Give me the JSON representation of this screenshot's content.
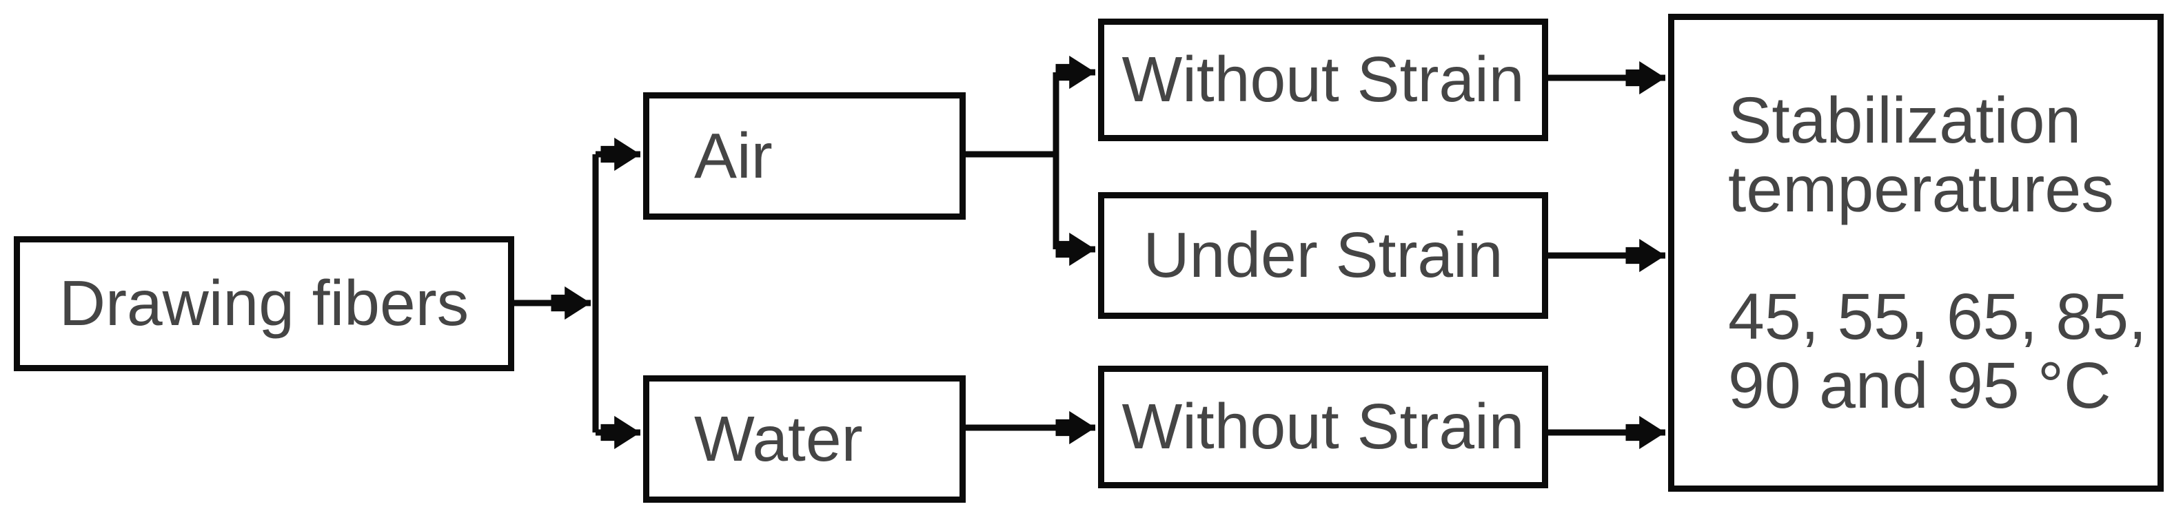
{
  "diagram": {
    "background_color": "#ffffff",
    "line_color": "#0b0b0b",
    "text_color": "#454545",
    "nodes": {
      "drawing_fibers": {
        "label": "Drawing fibers"
      },
      "air": {
        "label": "Air"
      },
      "water": {
        "label": "Water"
      },
      "without_strain_air": {
        "label": "Without Strain"
      },
      "under_strain_air": {
        "label": "Under Strain"
      },
      "without_strain_water": {
        "label": "Without Strain"
      },
      "stabilization": {
        "lines": [
          "Stabilization",
          "temperatures",
          "45, 55, 65, 85,",
          "90 and 95 °C"
        ]
      }
    },
    "edges": [
      {
        "from": "drawing_fibers",
        "to": "air"
      },
      {
        "from": "drawing_fibers",
        "to": "water"
      },
      {
        "from": "air",
        "to": "without_strain_air"
      },
      {
        "from": "air",
        "to": "under_strain_air"
      },
      {
        "from": "water",
        "to": "without_strain_water"
      },
      {
        "from": "without_strain_air",
        "to": "stabilization"
      },
      {
        "from": "under_strain_air",
        "to": "stabilization"
      },
      {
        "from": "without_strain_water",
        "to": "stabilization"
      }
    ]
  }
}
